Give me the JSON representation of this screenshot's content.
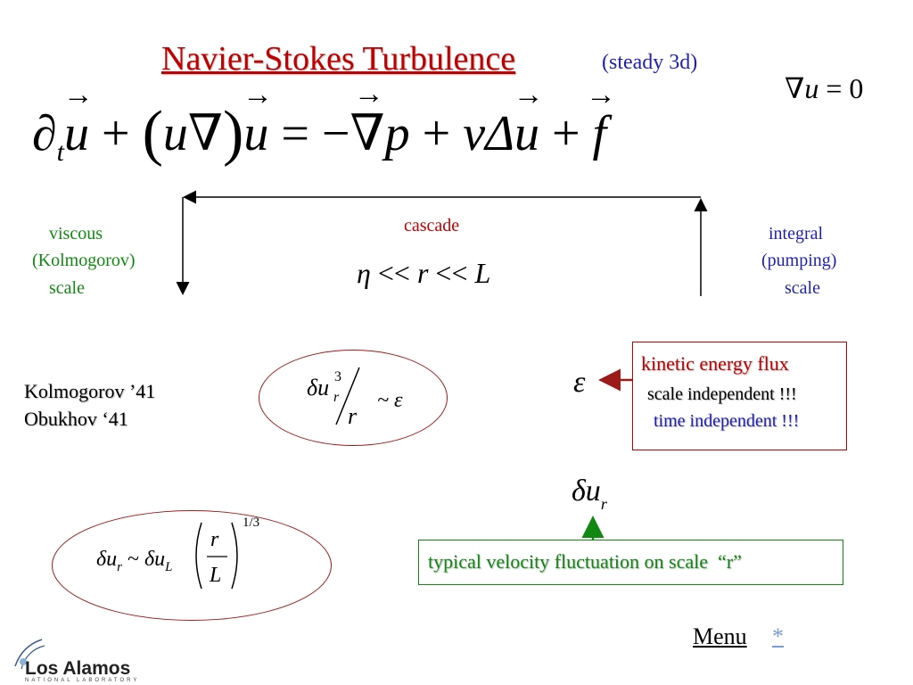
{
  "slide": {
    "title": "Navier-Stokes Turbulence",
    "subtitle": "(steady 3d)",
    "incompressibility": {
      "op": "∇",
      "var": "u",
      "rest": " = 0"
    },
    "ns_equation": {
      "lhs_op": "∂",
      "lhs_sub": "t",
      "u": "u",
      "plus1": " + ",
      "open_paren": "(",
      "adv": "u∇",
      "close_paren": ")",
      "eq": " = −",
      "grad": "∇",
      "p": "p",
      "plus2": " + ",
      "nu": "νΔ",
      "plus3": " + ",
      "f": "f"
    },
    "viscous_label": [
      "viscous",
      "(Kolmogorov)",
      "scale"
    ],
    "integral_label": [
      "integral",
      "(pumping)",
      "scale"
    ],
    "cascade_label": "cascade",
    "scale_inequality": {
      "eta": "η",
      "ll1": " << ",
      "r": "r",
      "ll2": " << ",
      "L": "L"
    },
    "kolmogorov_refs": [
      "Kolmogorov ’41",
      "Obukhov ‘41"
    ],
    "four_fifths": {
      "du": "δu",
      "sub": "r",
      "sup": "3",
      "den": "r",
      "tilde": "~ ε"
    },
    "epsilon": "ε",
    "flux_box": {
      "line1": "kinetic energy flux",
      "line2": "scale independent !!!",
      "line3": "time independent !!!"
    },
    "du_r": {
      "du": "δu",
      "sub": "r"
    },
    "scaling_law": {
      "du": "δu",
      "sub_r": "r",
      "tilde": " ~ ",
      "du_L": "δu",
      "sub_L": "L",
      "num": "r",
      "den": "L",
      "exp": "1/3"
    },
    "fluctuation_box": "typical velocity fluctuation on scale  “r”",
    "menu_label": "Menu",
    "menu_star": "*",
    "logo": {
      "name": "Los Alamos",
      "sub": "NATIONAL LABORATORY"
    },
    "colors": {
      "title": "#c00000",
      "green": "#118811",
      "blue": "#1f1fb4",
      "ellipse": "#9b1b1b"
    }
  }
}
